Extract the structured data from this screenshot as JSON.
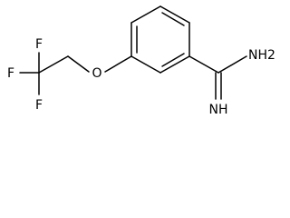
{
  "molecule": {
    "atoms": {
      "f_top": "F",
      "f_left": "F",
      "f_bottom": "F",
      "o_ether": "O",
      "nh2": "NH2",
      "nh_imine": "NH"
    }
  }
}
